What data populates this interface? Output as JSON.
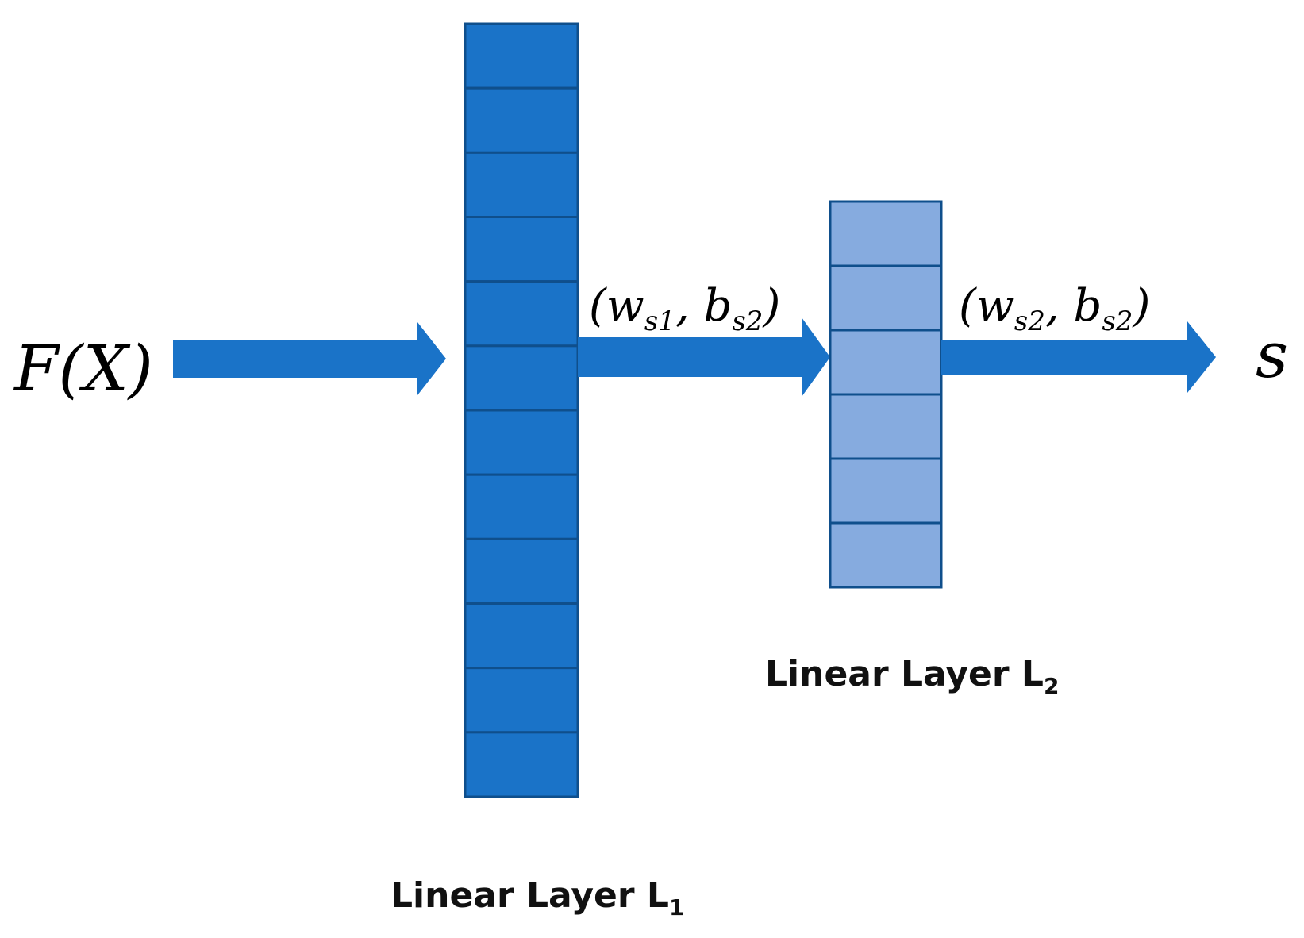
{
  "input": {
    "label": "F(X)"
  },
  "output": {
    "label": "s"
  },
  "params": {
    "first": {
      "open": "(",
      "w": "w",
      "w_sub": "s1",
      "sep": ", ",
      "b": "b",
      "b_sub": "s2",
      "close": ")"
    },
    "second": {
      "open": "(",
      "w": "w",
      "w_sub": "s2",
      "sep": ", ",
      "b": "b",
      "b_sub": "s2",
      "close": ")"
    }
  },
  "layers": {
    "l1": {
      "label": "Linear Layer L",
      "sub": "1",
      "units": 12,
      "color": "#1a73c8"
    },
    "l2": {
      "label": "Linear Layer L",
      "sub": "2",
      "units": 6,
      "color": "#86abdf"
    }
  },
  "colors": {
    "arrow": "#1a73c8",
    "unit_stroke": "#0f4f8c"
  }
}
